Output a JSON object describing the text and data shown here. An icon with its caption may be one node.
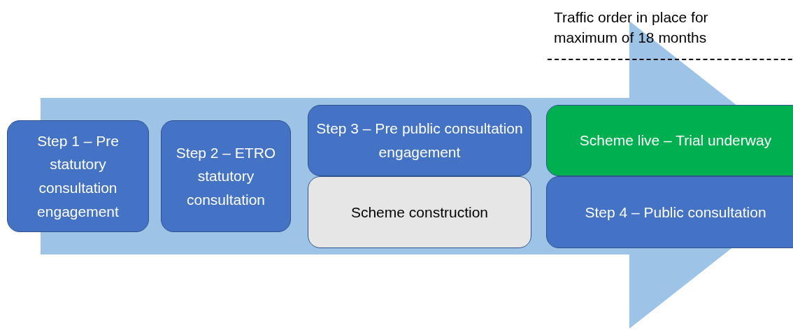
{
  "diagram": {
    "nodes": [
      {
        "text": [
          "Step 1 – Pre statutory consultation engagement"
        ]
      },
      {
        "text": [
          "Step 2 – ETRO statutory consultation"
        ]
      },
      {
        "text": [
          "Step 3 – Pre public consultation engagement"
        ]
      },
      {
        "text": [
          "Scheme construction"
        ]
      },
      {
        "text": [
          "Scheme live – Trial underway"
        ]
      },
      {
        "text": [
          "Step 4 – Public consultation"
        ]
      }
    ],
    "edges": [
      {
        "from": 0,
        "to": 4,
        "arrow": "to",
        "style": "thick"
      }
    ],
    "labels": [
      "Traffic order in place for maximum of 18 months"
    ]
  }
}
